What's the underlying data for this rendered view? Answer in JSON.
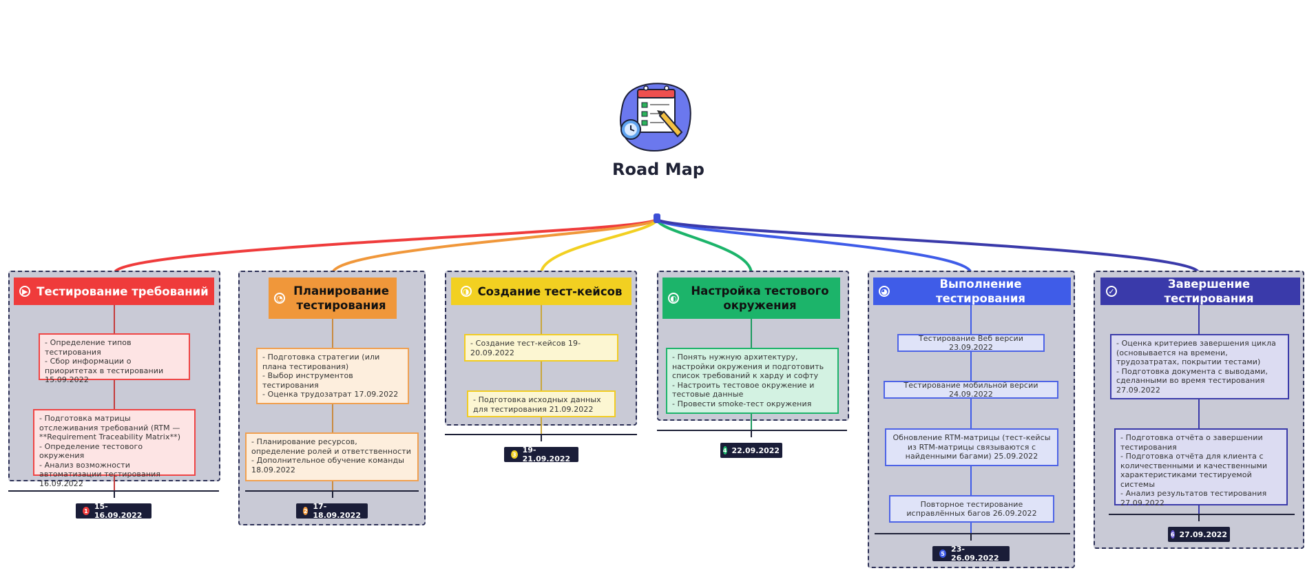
{
  "title": "Road Map",
  "columns": [
    {
      "title": "Тестирование требований",
      "color": "#ef3b3b",
      "stem_color": "#c53a3a",
      "task_bg": "#fde4e4",
      "task_border": "#ef4444",
      "header_text": "light",
      "icon": "play-icon",
      "icon_glyph": "▶",
      "tasks": [
        [
          "- Определение типов тестирования",
          "- Сбор информации о приоритетах в тестировании 15.09.2022"
        ],
        [
          "- Подготовка матрицы отслеживания требований (RTM — **Requirement Traceability Matrix**)",
          "- Определение тестового окружения",
          "- Анализ возможности автоматизации тестирования 16.09.2022"
        ]
      ],
      "date": "15-16.09.2022",
      "badge_num": "1",
      "badge_color": "#ef3b3b"
    },
    {
      "title": "Планирование тестирования",
      "color": "#f0973a",
      "stem_color": "#c98a3f",
      "task_bg": "#fdeedd",
      "task_border": "#f0a050",
      "header_text": "dark",
      "icon": "progress-quarter-icon",
      "icon_glyph": "◔",
      "tasks": [
        [
          "- Подготовка стратегии (или плана тестирования)",
          "- Выбор инструментов тестирования",
          "- Оценка трудозатрат 17.09.2022"
        ],
        [
          "- Планирование ресурсов, определение ролей и ответственности",
          "- Дополнительное обучение команды 18.09.2022"
        ]
      ],
      "date": "17-18.09.2022",
      "badge_num": "2",
      "badge_color": "#f0973a"
    },
    {
      "title": "Создание тест-кейсов",
      "color": "#f2d021",
      "stem_color": "#c9a63a",
      "task_bg": "#fcf6d2",
      "task_border": "#f2cc21",
      "header_text": "dark",
      "icon": "progress-half-icon",
      "icon_glyph": "◑",
      "tasks": [
        [
          "- Создание тест-кейсов 19-20.09.2022"
        ],
        [
          "- Подготовка исходных данных для тестирования 21.09.2022"
        ]
      ],
      "date": "19-21.09.2022",
      "badge_num": "3",
      "badge_color": "#f2d021"
    },
    {
      "title": "Настройка тестового окружения",
      "color": "#1cb46a",
      "stem_color": "#1b9a5e",
      "task_bg": "#d3f2e2",
      "task_border": "#1cb46a",
      "header_text": "dark",
      "icon": "progress-half-icon",
      "icon_glyph": "◐",
      "tasks": [
        [
          "- Понять нужную архитектуру, настройки окружения и подготовить список требований к харду и софту",
          "- Настроить тестовое окружение и тестовые данные",
          "- Провести smoke-тест окружения"
        ]
      ],
      "date": "22.09.2022",
      "badge_num": "4",
      "badge_color": "#1cb46a"
    },
    {
      "title": "Выполнение тестирования",
      "color": "#3f5ce8",
      "stem_color": "#3f5ce8",
      "task_bg": "#dfe3f8",
      "task_border": "#4d63e6",
      "header_text": "light",
      "icon": "progress-three-quarter-icon",
      "icon_glyph": "◕",
      "tasks": [
        [
          "Тестирование Веб версии 23.09.2022"
        ],
        [
          "Тестирование мобильной версии 24.09.2022"
        ],
        [
          "Обновление RTM-матрицы (тест-кейсы из RTM-матрицы связываются с найденными багами) 25.09.2022"
        ],
        [
          "Повторное тестирование исправлённых багов 26.09.2022"
        ]
      ],
      "date": "23-26.09.2022",
      "badge_num": "5",
      "badge_color": "#3f5ce8"
    },
    {
      "title": "Завершение тестирования",
      "color": "#3a3aaa",
      "stem_color": "#3a3aaa",
      "task_bg": "#dcdcf2",
      "task_border": "#3a3aaa",
      "header_text": "light",
      "icon": "check-icon",
      "icon_glyph": "✓",
      "tasks": [
        [
          "- Оценка критериев завершения цикла (основывается на времени, трудозатратах, покрытии тестами)",
          "- Подготовка документа с выводами, сделанными во время тестирования 27.09.2022"
        ],
        [
          "- Подготовка отчёта о завершении тестирования",
          "- Подготовка отчёта для клиента с количественными и качественными характеристиками тестируемой системы",
          "- Анализ результатов тестирования 27.09.2022"
        ]
      ],
      "date": "27.09.2022",
      "badge_num": "6",
      "badge_color": "#6b5bd6"
    }
  ]
}
